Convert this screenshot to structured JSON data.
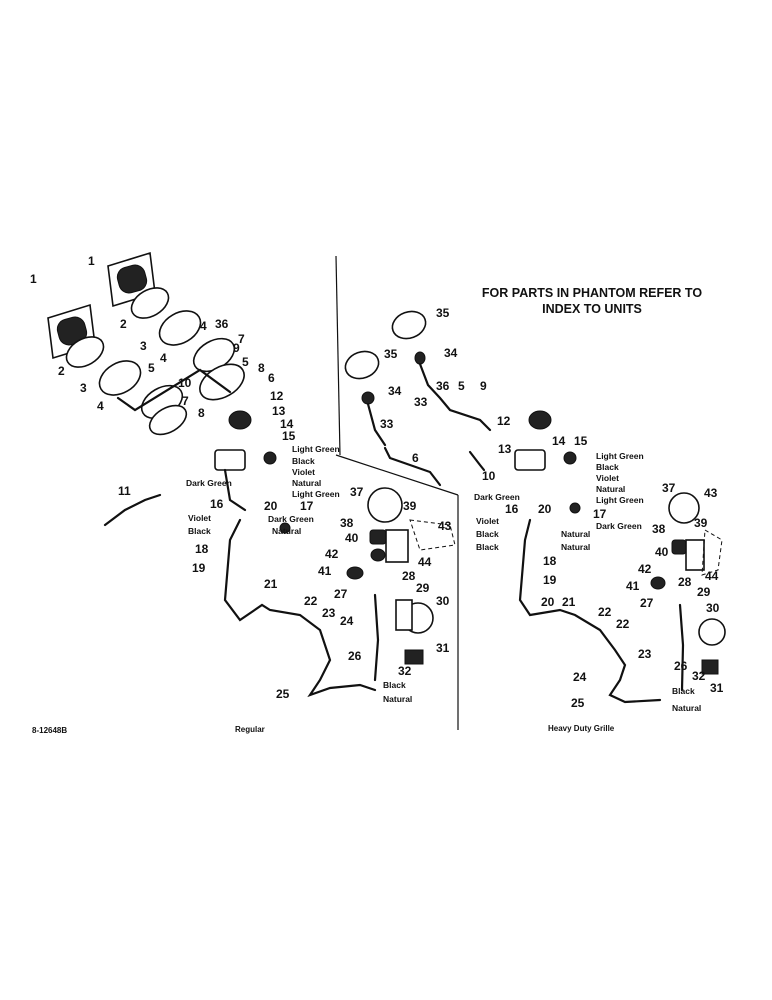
{
  "header": {
    "line1": "FOR PARTS IN PHANTOM REFER TO",
    "line2": "INDEX TO UNITS"
  },
  "captions": {
    "figure_number": "8-12648B",
    "left": "Regular",
    "right": "Heavy Duty Grille"
  },
  "left_view": {
    "callouts": [
      "1",
      "1",
      "2",
      "2",
      "3",
      "3",
      "4",
      "4",
      "4",
      "5",
      "36",
      "7",
      "9",
      "5",
      "6",
      "7",
      "8",
      "8",
      "10",
      "12",
      "13",
      "14",
      "15",
      "11",
      "16",
      "20",
      "17",
      "18",
      "19",
      "21",
      "22",
      "23",
      "24",
      "25",
      "26",
      "27",
      "28",
      "29",
      "30",
      "31",
      "32",
      "37",
      "38",
      "39",
      "40",
      "42",
      "41",
      "43",
      "44"
    ],
    "wires": [
      "Light Green",
      "Black",
      "Violet",
      "Natural",
      "Dark Green",
      "Light Green",
      "Violet",
      "Dark Green",
      "Black",
      "Natural",
      "Black",
      "Natural"
    ]
  },
  "right_view": {
    "callouts": [
      "35",
      "35",
      "34",
      "34",
      "36",
      "5",
      "9",
      "33",
      "33",
      "6",
      "10",
      "12",
      "13",
      "14",
      "15",
      "16",
      "20",
      "17",
      "18",
      "19",
      "20",
      "21",
      "22",
      "22",
      "23",
      "24",
      "25",
      "26",
      "27",
      "28",
      "29",
      "30",
      "31",
      "32",
      "37",
      "38",
      "39",
      "40",
      "42",
      "41",
      "43",
      "44"
    ],
    "wires": [
      "Light Green",
      "Black",
      "Violet",
      "Natural",
      "Dark Green",
      "Light Green",
      "Violet",
      "Dark Green",
      "Black",
      "Natural",
      "Black",
      "Natural",
      "Black",
      "Natural"
    ]
  }
}
